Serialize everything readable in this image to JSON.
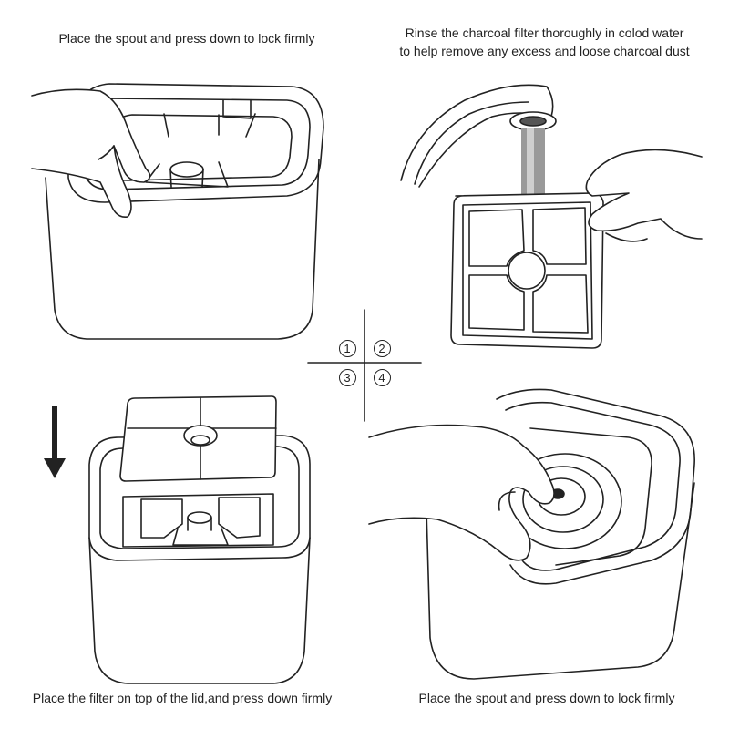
{
  "captions": {
    "step1": "Place the spout and press down to lock firmly",
    "step2_line1": "Rinse the charcoal filter thoroughly in colod water",
    "step2_line2": "to help remove any excess and loose charcoal dust",
    "step3": "Place the filter on top of the lid,and press down firmly",
    "step4": "Place the spout and press down to lock firmly"
  },
  "step_markers": [
    "1",
    "2",
    "3",
    "4"
  ],
  "colors": {
    "line": "#222222",
    "water": "#8a8a8a",
    "background": "#ffffff"
  }
}
